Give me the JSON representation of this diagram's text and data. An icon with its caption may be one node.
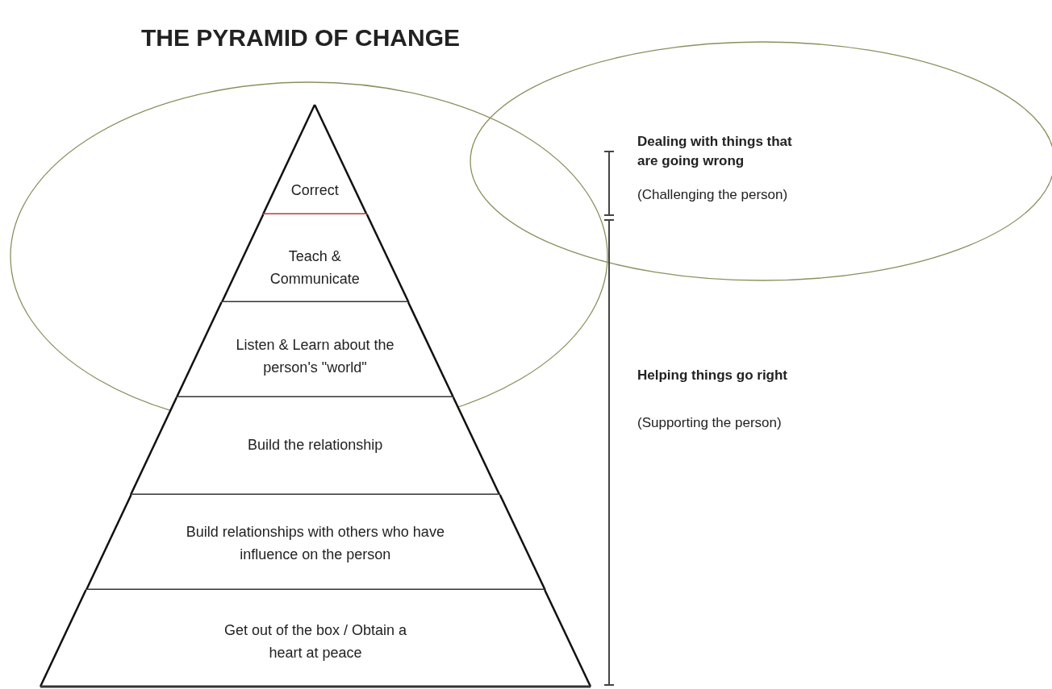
{
  "diagram": {
    "title": "THE PYRAMID OF CHANGE",
    "nodes": [
      {
        "text": [
          "Correct"
        ]
      },
      {
        "text": [
          "Teach & Communicate"
        ]
      },
      {
        "text": [
          "Listen & Learn about the person's \"world\""
        ]
      },
      {
        "text": [
          "Build the relationship"
        ]
      },
      {
        "text": [
          "Build relationships with others who have influence on the person"
        ]
      },
      {
        "text": [
          "Get out of the box / Obtain a heart at peace"
        ]
      }
    ],
    "edges": [],
    "labels": [
      "Dealing with things that are going wrong",
      "(Challenging the person)",
      "Helping things go right",
      "(Supporting the person)"
    ]
  }
}
